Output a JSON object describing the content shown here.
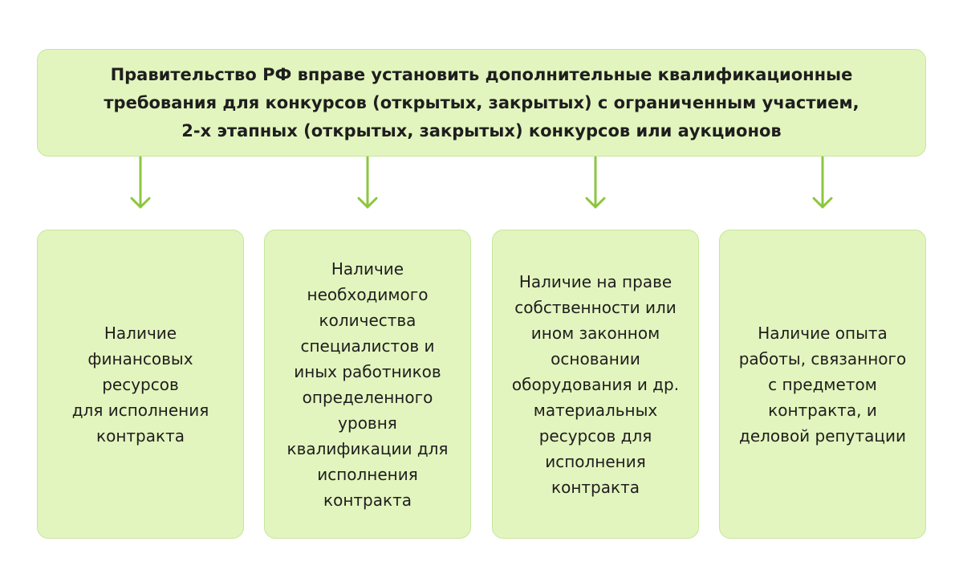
{
  "header": {
    "text": "Правительство РФ вправе установить дополнительные квалификационные\nтребования для конкурсов (открытых, закрытых) с ограниченным участием,\n2-х этапных (открытых, закрытых) конкурсов или аукционов"
  },
  "cards": [
    {
      "text": "Наличие\nфинансовых\nресурсов\nдля исполнения\nконтракта"
    },
    {
      "text": "Наличие\nнеобходимого\nколичества\nспециалистов и\nиных работников\nопределенного\nуровня\nквалификации для\nисполнения\nконтракта"
    },
    {
      "text": "Наличие на праве\nсобственности или\nином законном\nосновании\nоборудования и др.\nматериальных\nресурсов для\nисполнения\nконтракта"
    },
    {
      "text": "Наличие опыта\nработы, связанного\nс предметом\nконтракта, и\nделовой репутации"
    }
  ],
  "colors": {
    "box_fill": "#e3f5be",
    "box_border": "#c6e59a",
    "arrow": "#8cc63f",
    "text": "#1e1e1e"
  }
}
